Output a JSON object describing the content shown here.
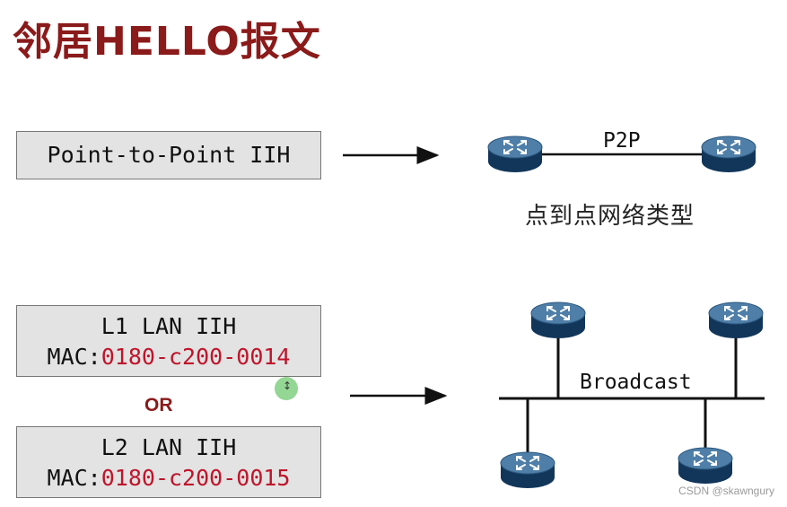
{
  "title": "邻居HELLO报文",
  "p2p_box": {
    "label": "Point-to-Point IIH"
  },
  "l1_box": {
    "line1": "L1 LAN IIH",
    "mac_prefix": "MAC:",
    "mac_value": "0180-c200-0014"
  },
  "or_text": "OR",
  "l2_box": {
    "line1": "L2 LAN IIH",
    "mac_prefix": "MAC:",
    "mac_value": "0180-c200-0015"
  },
  "p2p_link_label": "P2P",
  "p2p_caption": "点到点网络类型",
  "broadcast_label": "Broadcast",
  "watermark": "CSDN @skawngury",
  "colors": {
    "title": "#8b1a1a",
    "mac": "#c0142a",
    "router_top": "#4f7fa8",
    "router_side": "#12365a"
  }
}
